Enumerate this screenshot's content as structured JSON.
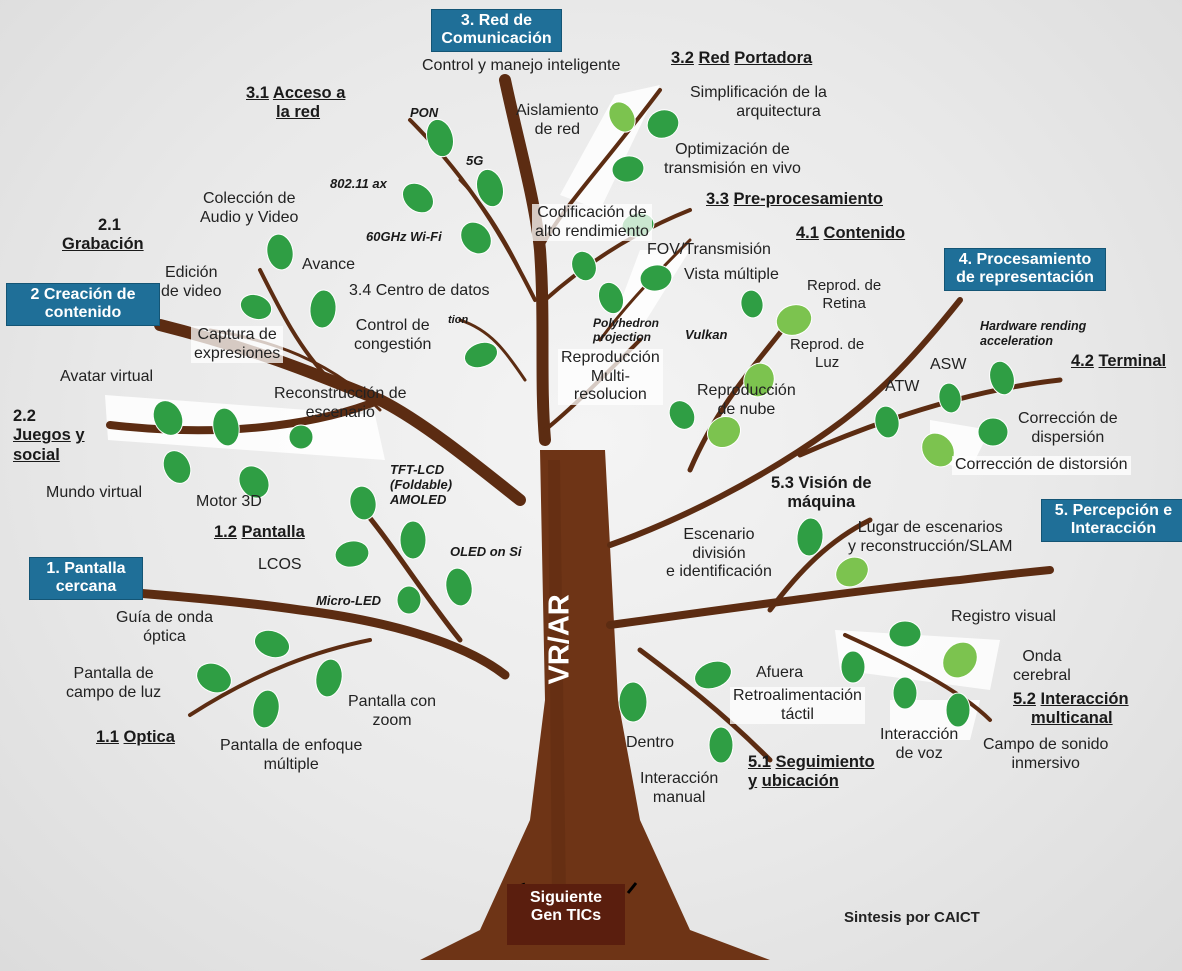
{
  "colors": {
    "trunk": "#6e3416",
    "branch": "#5c2c12",
    "leaf": "#2f9e44",
    "leaf_light": "#7cc34f",
    "box": "#1f6f98",
    "root_box": "#5a1e0e"
  },
  "trunk_label": "VR/AR",
  "root_label_1": "Siguiente",
  "root_label_2": "Gen TICs",
  "credit": "Sintesis por CAICT",
  "boxes": {
    "red_comunicacion_1": "3. Red de",
    "red_comunicacion_2": "Comunicación",
    "creacion_1": "2  Creación de",
    "creacion_2": "contenido",
    "procesamiento_1": "4. Procesamiento",
    "procesamiento_2": "de representación",
    "percepcion_1": "5. Percepción e",
    "percepcion_2": "Interacción",
    "pantalla_cercana_1": "1. Pantalla",
    "pantalla_cercana_2": "cercana"
  },
  "sections": {
    "acceso_num": "3.1",
    "acceso_1": "Acceso a",
    "acceso_2": "la red",
    "portadora_num": "3.2",
    "portadora_1": "Red",
    "portadora_2": "Portadora",
    "preproc_num": "3.3",
    "preproc": "Pre-procesamiento",
    "contenido_num": "4.1",
    "contenido": "Contenido",
    "terminal_num": "4.2",
    "terminal": "Terminal",
    "grabacion_num": "2.1",
    "grabacion": "Grabación",
    "juegos_num": "2.2",
    "juegos_1": "Juegos",
    "juegos_2": "y",
    "juegos_3": "social",
    "pantalla_num": "1.2",
    "pantalla": "Pantalla",
    "optica_num": "1.1",
    "optica": "Optica",
    "vision_1": "5.3 Visión de",
    "vision_2": "máquina",
    "multicanal_num": "5.2",
    "multicanal_1": "Interacción",
    "multicanal_2": "multicanal",
    "seguimiento_num": "5.1",
    "seguimiento_1": "Seguimiento",
    "seguimiento_2": "y",
    "seguimiento_3": "ubicación"
  },
  "labels": {
    "control_manejo": "Control y manejo inteligente",
    "aislamiento_1": "Aislamiento",
    "aislamiento_2": "de red",
    "simplificacion_1": "Simplificación de la",
    "simplificacion_2": "arquitectura",
    "optimizacion_1": "Optimización de",
    "optimizacion_2": "transmisión en vivo",
    "codificacion_1": "Codificación de",
    "codificacion_2": "alto rendimiento",
    "fov": "FOV/Transmisión",
    "vista_multiple": "Vista múltiple",
    "retina_1": "Reprod. de",
    "retina_2": "Retina",
    "luz_1": "Reprod. de",
    "luz_2": "Luz",
    "reproduccion_multi_1": "Reproducción",
    "reproduccion_multi_2": "Multi-",
    "reproduccion_multi_3": "resolucion",
    "reproduccion_nube_1": "Reproducción",
    "reproduccion_nube_2": "de nube",
    "asw": "ASW",
    "atw": "ATW",
    "correccion_dispersion_1": "Corrección de",
    "correccion_dispersion_2": "dispersión",
    "correccion_distorsion": "Corrección de distorsión",
    "coleccion_1": "Colección de",
    "coleccion_2": "Audio y Video",
    "edicion_1": "Edición",
    "edicion_2": "de video",
    "avance": "Avance",
    "centro_datos": "3.4 Centro de datos",
    "control_congestion_1": "Control de",
    "control_congestion_2": "congestión",
    "captura_1": "Captura de",
    "captura_2": "expresiones",
    "avatar": "Avatar virtual",
    "reconstruccion_1": "Reconstrucción de",
    "reconstruccion_2": "escenario",
    "mundo_virtual": "Mundo virtual",
    "motor_3d": "Motor 3D",
    "lcos": "LCOS",
    "guia_1": "Guía de onda",
    "guia_2": "óptica",
    "campo_luz_1": "Pantalla de",
    "campo_luz_2": "campo de luz",
    "enfoque_1": "Pantalla de enfoque",
    "enfoque_2": "múltiple",
    "zoom_1": "Pantalla con",
    "zoom_2": "zoom",
    "escenario_div_1": "Escenario",
    "escenario_div_2": "división",
    "escenario_div_3": "e identificación",
    "lugar_1": "Lugar de escenarios",
    "lugar_2": "y reconstrucción/SLAM",
    "registro_visual": "Registro visual",
    "onda_1": "Onda",
    "onda_2": "cerebral",
    "afuera": "Afuera",
    "retro_1": "Retroalimentación",
    "retro_2": "táctil",
    "interaccion_voz_1": "Interacción",
    "interaccion_voz_2": "de voz",
    "campo_sonido_1": "Campo de sonido",
    "campo_sonido_2": "inmersivo",
    "dentro": "Dentro",
    "interaccion_manual_1": "Interacción",
    "interaccion_manual_2": "manual"
  },
  "tech": {
    "pon": "PON",
    "g5": "5G",
    "ax": "802.11 ax",
    "wifi60": "60GHz Wi-Fi",
    "tion": "tion",
    "polyhedron_1": "Polyhedron",
    "polyhedron_2": "projection",
    "vulkan": "Vulkan",
    "hw_1": "Hardware rending",
    "hw_2": "acceleration",
    "tft_1": "TFT-LCD",
    "tft_2": "(Foldable)",
    "tft_3": "AMOLED",
    "oled": "OLED on Si",
    "microled": "Micro-LED"
  }
}
